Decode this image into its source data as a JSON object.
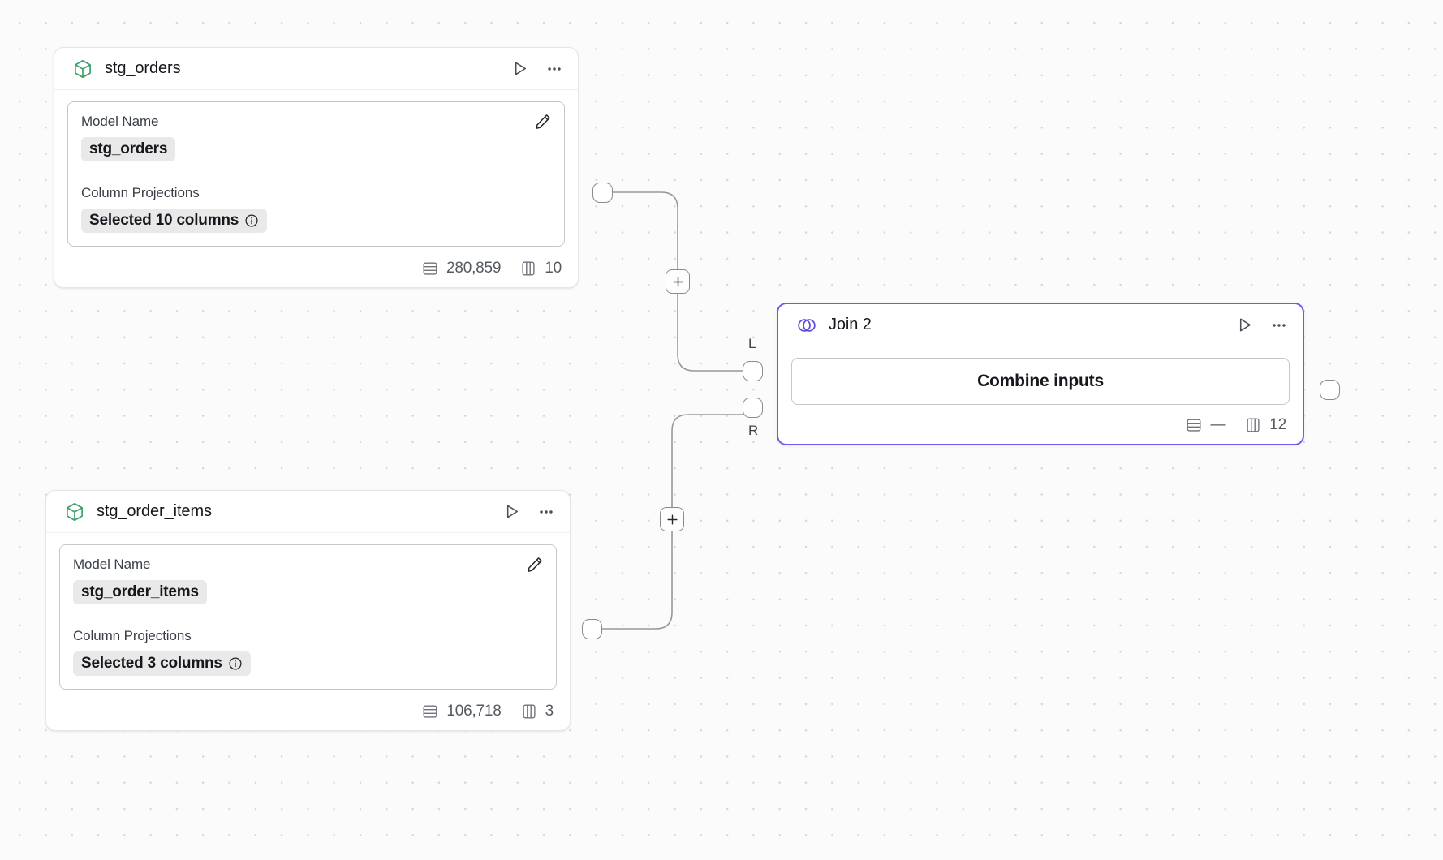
{
  "canvas": {
    "background_color": "#fbfbfb",
    "grid_dot_color": "#d8d5d5",
    "accent_color": "#6c5ce9",
    "model_icon_color": "#3fa36f"
  },
  "nodes": [
    {
      "id": "stg_orders",
      "type": "model",
      "icon": "cube-icon",
      "title": "stg_orders",
      "selected": false,
      "actions": {
        "run_label": "play-icon",
        "menu_label": "more-options-icon"
      },
      "properties": {
        "model_name_label": "Model Name",
        "model_name_value": "stg_orders",
        "column_projections_label": "Column Projections",
        "column_projections_value": "Selected 10 columns",
        "info_icon": "info-icon",
        "edit_icon": "pencil-icon"
      },
      "footer": {
        "rows_icon": "rows-icon",
        "rows": "280,859",
        "columns_icon": "columns-icon",
        "columns": "10"
      }
    },
    {
      "id": "stg_order_items",
      "type": "model",
      "icon": "cube-icon",
      "title": "stg_order_items",
      "selected": false,
      "actions": {
        "run_label": "play-icon",
        "menu_label": "more-options-icon"
      },
      "properties": {
        "model_name_label": "Model Name",
        "model_name_value": "stg_order_items",
        "column_projections_label": "Column Projections",
        "column_projections_value": "Selected 3 columns",
        "info_icon": "info-icon",
        "edit_icon": "pencil-icon"
      },
      "footer": {
        "rows_icon": "rows-icon",
        "rows": "106,718",
        "columns_icon": "columns-icon",
        "columns": "3"
      }
    },
    {
      "id": "join_2",
      "type": "join",
      "icon": "join-venn-icon",
      "title": "Join 2",
      "selected": true,
      "actions": {
        "run_label": "play-icon",
        "menu_label": "more-options-icon"
      },
      "body": {
        "combine_button_label": "Combine inputs"
      },
      "input_handles": [
        {
          "id": "left",
          "label": "L"
        },
        {
          "id": "right",
          "label": "R"
        }
      ],
      "footer": {
        "rows_icon": "rows-icon",
        "rows": "—",
        "columns_icon": "columns-icon",
        "columns": "12"
      }
    }
  ],
  "edges": [
    {
      "id": "edge-orders-to-join-left",
      "from": "stg_orders",
      "to": "join_2.left",
      "add_button_label": "+"
    },
    {
      "id": "edge-order-items-to-join-right",
      "from": "stg_order_items",
      "to": "join_2.right",
      "add_button_label": "+"
    }
  ]
}
